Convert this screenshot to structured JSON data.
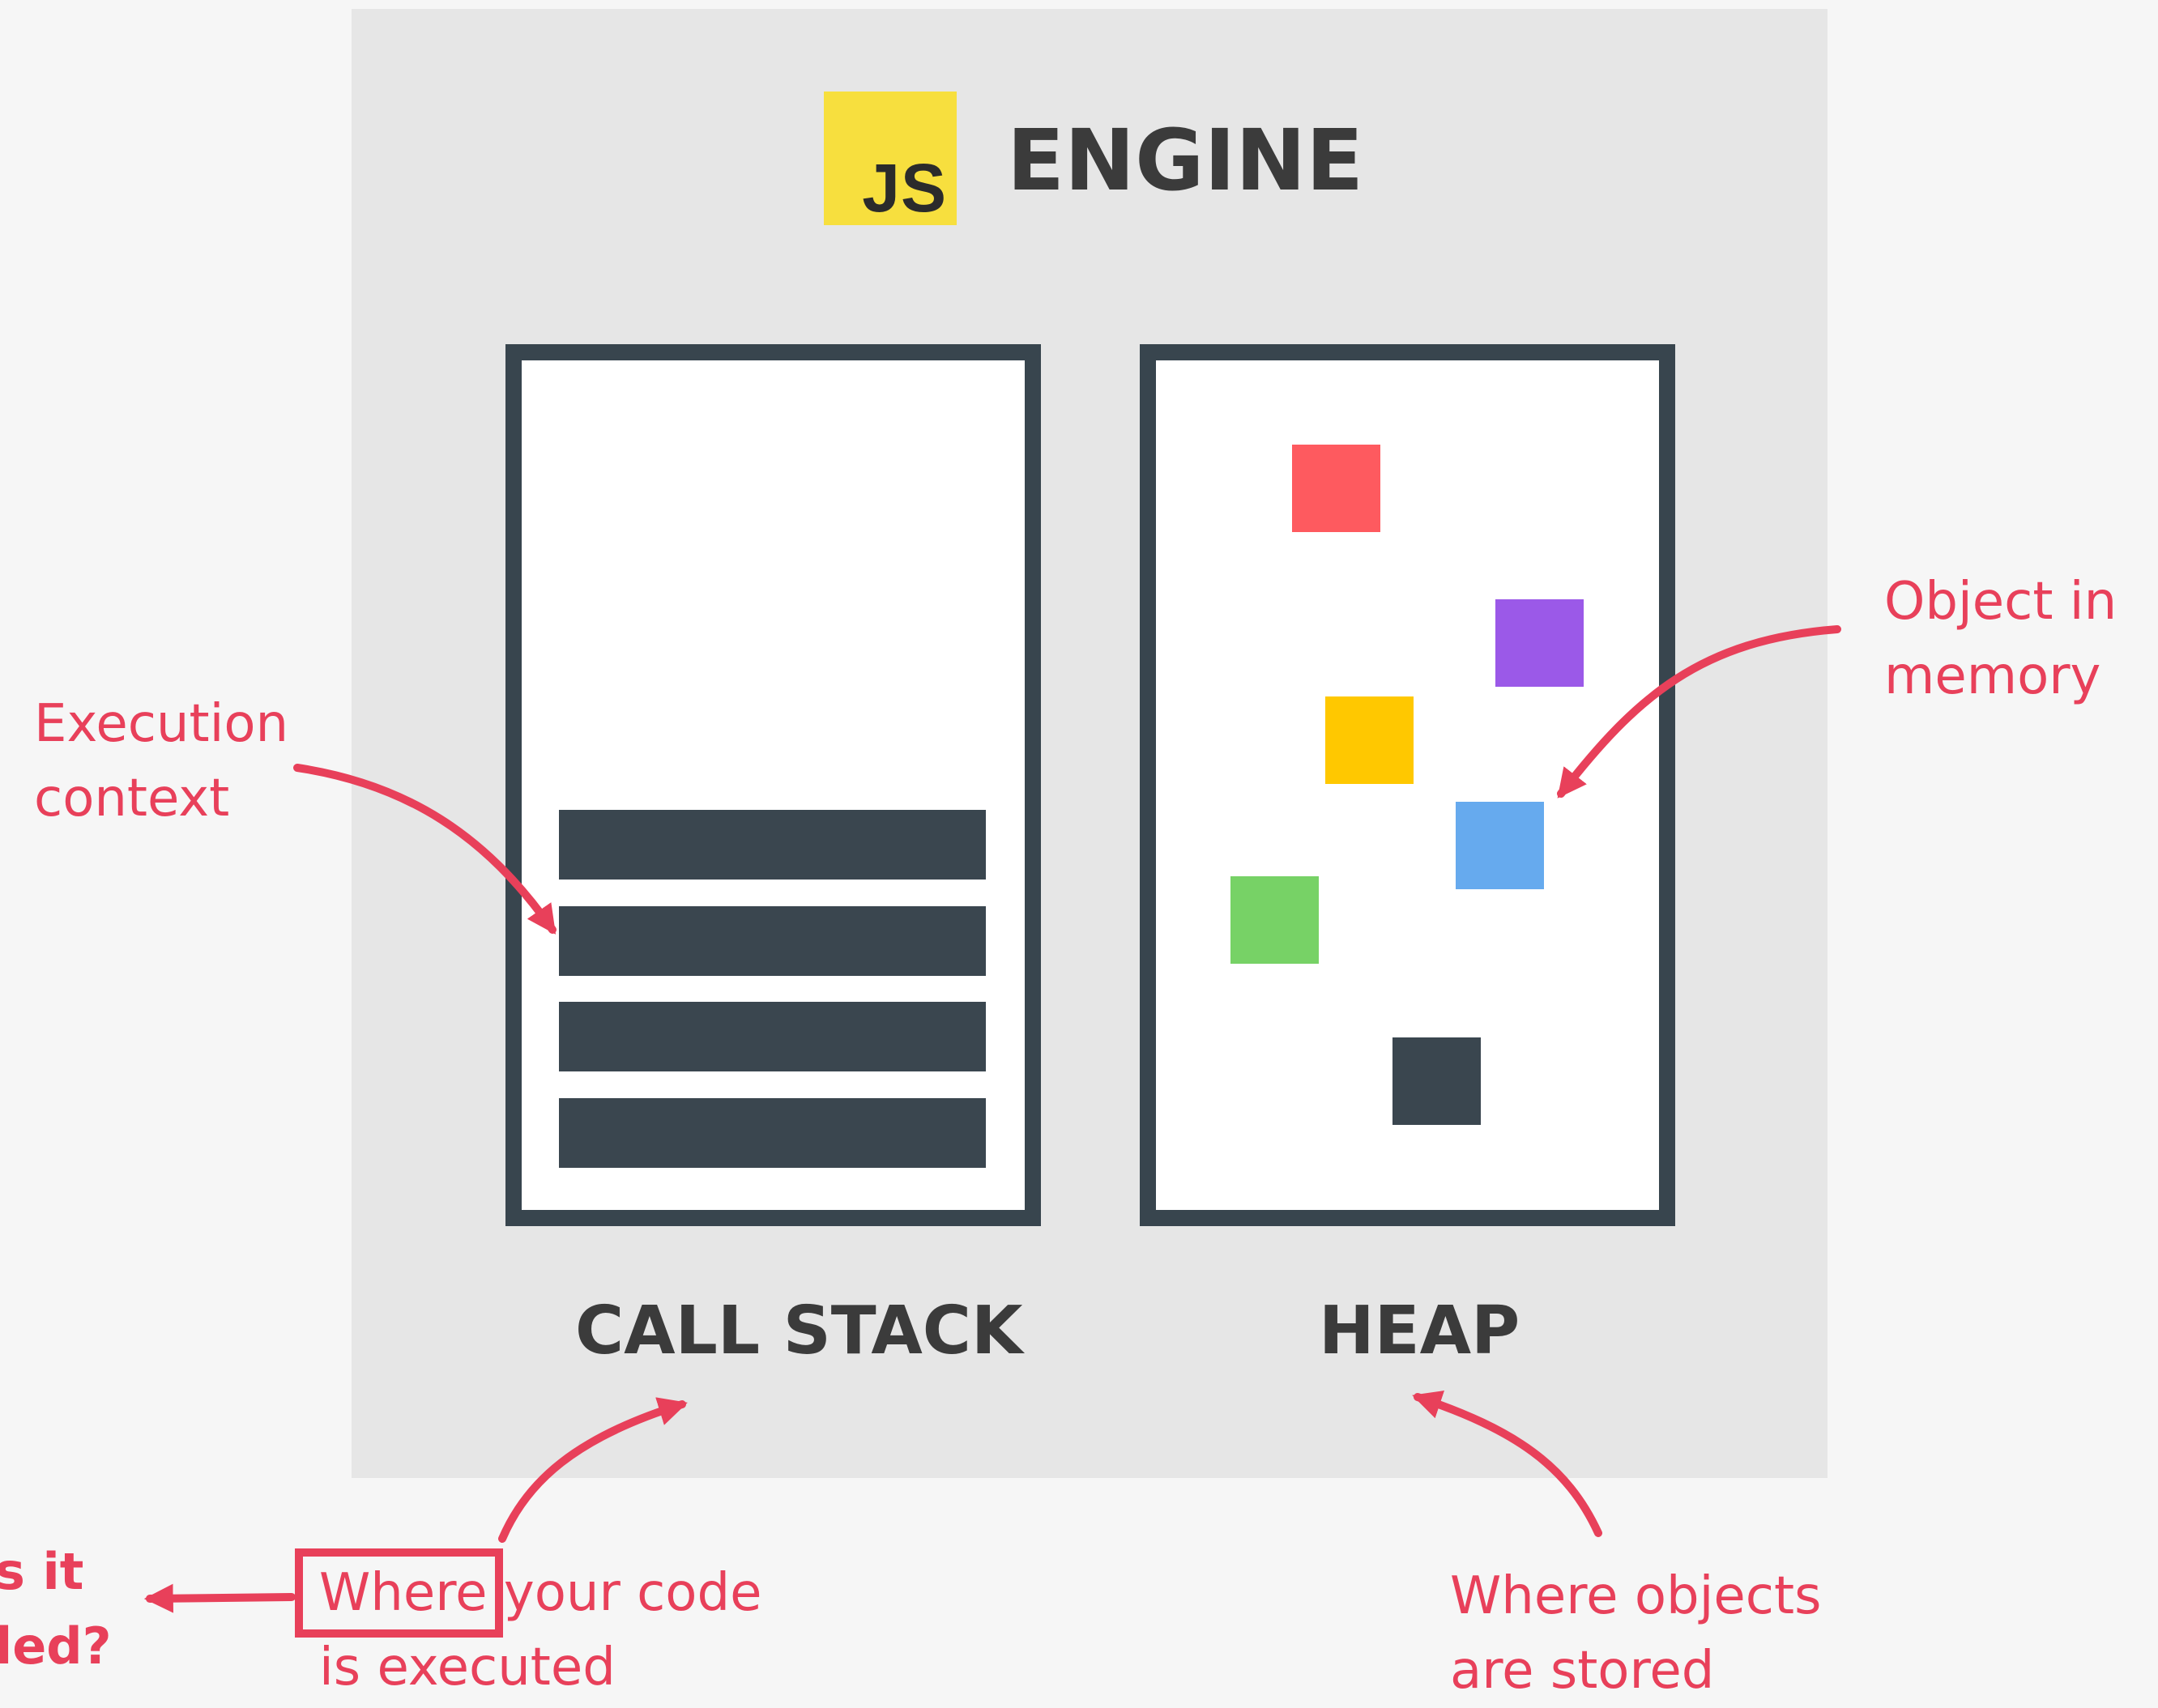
{
  "engine": {
    "logo_text": "JS",
    "title": "ENGINE",
    "panel_color": "#e6e6e6",
    "logo_color": "#f7df3e"
  },
  "call_stack": {
    "label": "CALL STACK",
    "execution_contexts": 4,
    "frame_color": "#38454e"
  },
  "heap": {
    "label": "HEAP",
    "objects": [
      {
        "color": "#fe5a5f"
      },
      {
        "color": "#9b59e8"
      },
      {
        "color": "#ffc800"
      },
      {
        "color": "#66aaee"
      },
      {
        "color": "#77d266"
      },
      {
        "color": "#3a464f"
      }
    ]
  },
  "annotations": {
    "accent_color": "#e8405a",
    "execution_context": {
      "line1": "Execution",
      "line2": "context"
    },
    "object_in_memory": {
      "line1": "Object in",
      "line2": "memory"
    },
    "code_executed": {
      "line1": "Where your code",
      "line2": "is executed"
    },
    "objects_stored": {
      "line1": "Where objects",
      "line2": "are stored"
    },
    "left_question": {
      "line1": "s it",
      "line2": "led?"
    }
  }
}
